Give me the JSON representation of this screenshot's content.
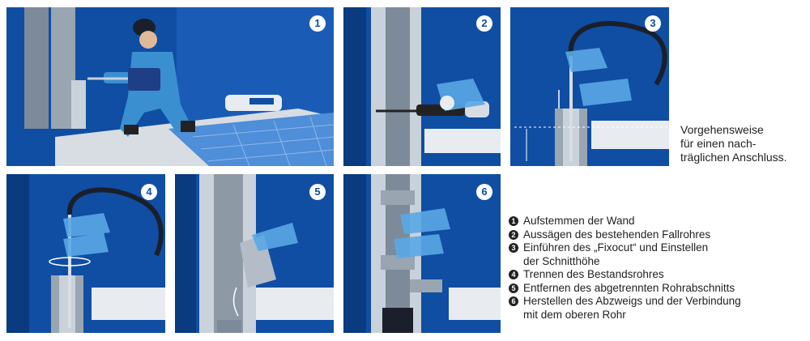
{
  "panels": [
    {
      "badge": "1"
    },
    {
      "badge": "2"
    },
    {
      "badge": "3"
    },
    {
      "badge": "4"
    },
    {
      "badge": "5"
    },
    {
      "badge": "6"
    }
  ],
  "caption": {
    "line1": "Vorgehensweise",
    "line2": "für einen nach-",
    "line3": "träglichen Anschluss."
  },
  "steps": [
    {
      "marker": "1",
      "line1": "Aufstemmen der Wand",
      "line2": ""
    },
    {
      "marker": "2",
      "line1": "Aussägen des bestehenden Fallrohres",
      "line2": ""
    },
    {
      "marker": "3",
      "line1": "Einführen des „Fixocut“ und Einstellen",
      "line2": "der Schnitthöhe"
    },
    {
      "marker": "4",
      "line1": "Trennen des Bestandsrohres",
      "line2": ""
    },
    {
      "marker": "5",
      "line1": "Entfernen des abgetrennten Rohrabschnitts",
      "line2": ""
    },
    {
      "marker": "6",
      "line1": "Herstellen des Abzweigs und der Verbindung",
      "line2": "mit dem oberen Rohr"
    }
  ],
  "colors": {
    "wall_blue": "#0f4ea3",
    "dark_blue": "#0a3a80",
    "pipe_gray": "#8e99a6",
    "floor_gray": "#d8dde3",
    "worker_blue": "#3a8fd0",
    "tile_blue": "#4f8ed8"
  }
}
